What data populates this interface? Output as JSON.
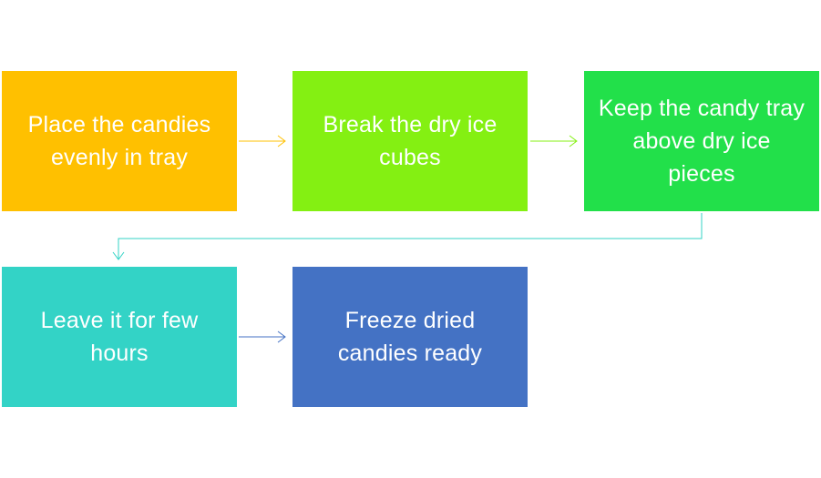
{
  "steps": [
    {
      "id": "s1",
      "label": "Place the candies evenly in tray",
      "color": "#FFC000"
    },
    {
      "id": "s2",
      "label": "Break the dry ice cubes",
      "color": "#84F012"
    },
    {
      "id": "s3",
      "label": "Keep the candy tray above dry ice pieces",
      "color": "#22E04A"
    },
    {
      "id": "s4",
      "label": "Leave it for few hours",
      "color": "#33D3C6"
    },
    {
      "id": "s5",
      "label": "Freeze dried candies ready",
      "color": "#4472C4"
    }
  ],
  "connectors": [
    {
      "from": "s1",
      "to": "s2",
      "color": "#FFC000"
    },
    {
      "from": "s2",
      "to": "s3",
      "color": "#84F012"
    },
    {
      "from": "s3",
      "to": "s4",
      "color": "#33D3C6"
    },
    {
      "from": "s4",
      "to": "s5",
      "color": "#4472C4"
    }
  ]
}
